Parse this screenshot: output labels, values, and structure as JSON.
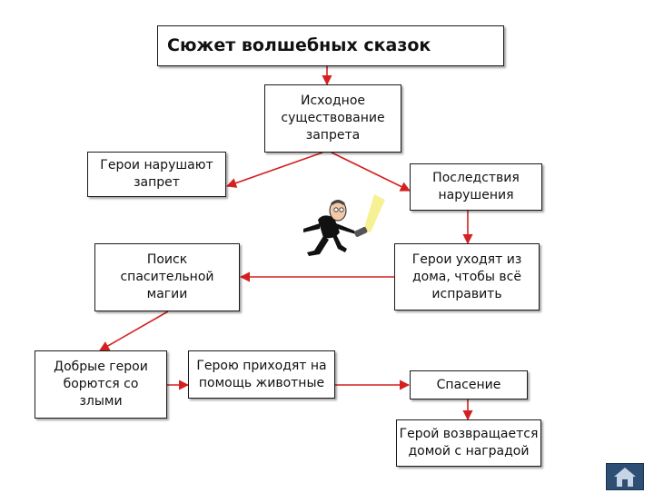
{
  "title": "Сюжет волшебных сказок",
  "nodes": {
    "initial": "Исходное\nсуществование\nзапрета",
    "violation": "Герои нарушают\nзапрет",
    "consequences": "Последствия\nнарушения",
    "leave_home": "Герои уходят из\nдома, чтобы всё\nисправить",
    "search_magic": "Поиск\nспасительной\nмагии",
    "good_vs_evil": "Добрые герои\nборются со\nзлыми",
    "animals_help": "Герою приходят на\nпомощь животные",
    "rescue": "Спасение",
    "return_home": "Герой возвращается\nдомой с наградой"
  },
  "colors": {
    "arrow": "#d42020",
    "border": "#1a1a1a",
    "home_button": "#2f4e74"
  },
  "icons": {
    "character": "running-man-with-flashlight-icon",
    "home": "home-icon"
  }
}
